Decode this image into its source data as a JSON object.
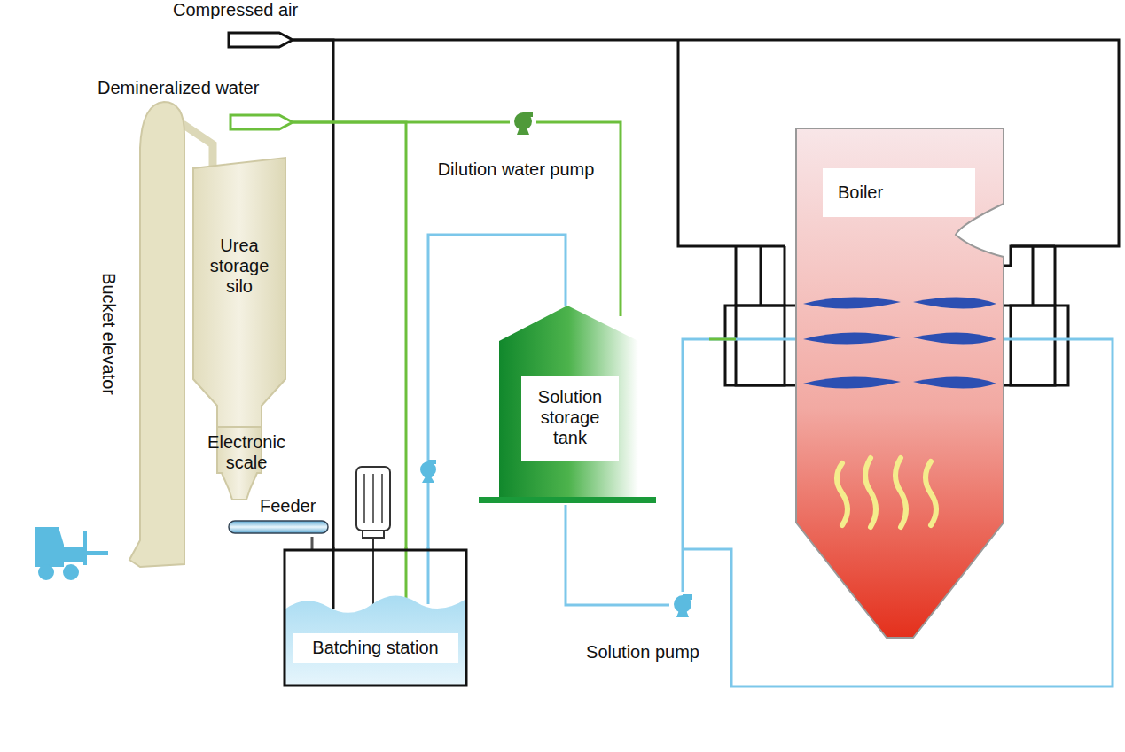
{
  "diagram": {
    "nodes": [
      {
        "text": [
          "Compressed air"
        ]
      },
      {
        "text": [
          "Demineralized water"
        ]
      },
      {
        "text": [
          "Dilution water pump"
        ]
      },
      {
        "text": [
          "Bucket elevator"
        ]
      },
      {
        "text": [
          "Urea storage silo"
        ]
      },
      {
        "text": [
          "Electronic scale"
        ]
      },
      {
        "text": [
          "Feeder"
        ]
      },
      {
        "text": [
          "Batching station"
        ]
      },
      {
        "text": [
          "Solution storage tank"
        ]
      },
      {
        "text": [
          "Solution pump"
        ]
      },
      {
        "text": [
          "Boiler"
        ]
      }
    ],
    "edges": [
      {
        "from": 0,
        "to": 7,
        "arrow": "none"
      },
      {
        "from": 0,
        "to": 10,
        "arrow": "none"
      },
      {
        "from": 1,
        "to": 7,
        "arrow": "none"
      },
      {
        "from": 1,
        "to": 2,
        "arrow": "none"
      },
      {
        "from": 2,
        "to": 8,
        "arrow": "none"
      },
      {
        "from": 3,
        "to": 4,
        "arrow": "none"
      },
      {
        "from": 6,
        "to": 7,
        "arrow": "none"
      },
      {
        "from": 7,
        "to": 8,
        "arrow": "none"
      },
      {
        "from": 8,
        "to": 9,
        "arrow": "none"
      },
      {
        "from": 9,
        "to": 10,
        "arrow": "none"
      }
    ]
  }
}
